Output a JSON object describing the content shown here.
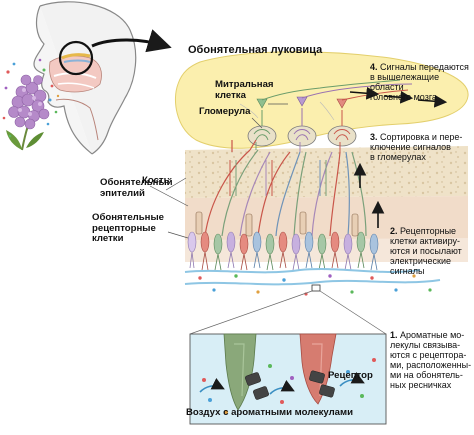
{
  "labels": {
    "olfactory_bulb": "Обонятельная луковица",
    "mitral_cell": "Митральная\nклетка",
    "glomerulus": "Гломерула",
    "bone": "Кость",
    "olfactory_epithelium": "Обонятельный\nэпителий",
    "receptor_cells": "Обонятельные\nрецепторные\nклетки",
    "receptor": "Рецептор",
    "air_with_molecules": "Воздух с ароматными молекулами"
  },
  "steps": [
    {
      "number": "1.",
      "text": "Ароматные мо-\nлекулы связыва-\nются с рецептора-\nми, расположенны-\nми на обонятель-\nных ресничках"
    },
    {
      "number": "2.",
      "text": "Рецепторные\nклетки активиру-\nются и посылают\nэлектрические\nсигналы"
    },
    {
      "number": "3.",
      "text": "Сортировка и пере-\nключение сигналов\nв гломерулах"
    },
    {
      "number": "4.",
      "text": "Сигналы передаются\nв вышележащие области\nголовного мозга"
    }
  ],
  "colors": {
    "bulb_fill": "#fbefae",
    "bone_fill": "#efe2c8",
    "epithelium_fill": "#f1dcc9",
    "cell_red": "#c9564a",
    "cell_green": "#7aa07a",
    "cell_purple": "#a788b8",
    "cell_blue": "#6f93b8",
    "zoom_bg": "#d8eef6",
    "arrow": "#1a1a1a"
  }
}
